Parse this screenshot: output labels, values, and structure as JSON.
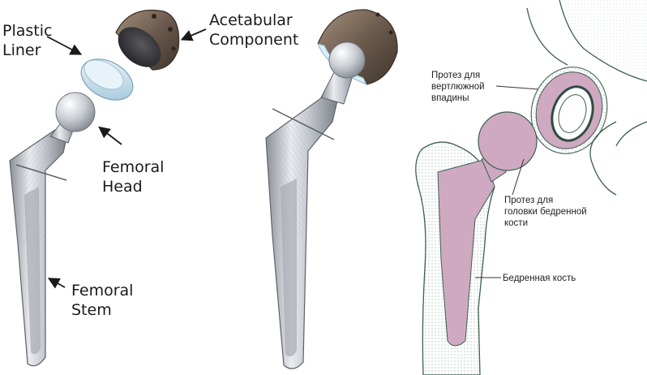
{
  "labels": {
    "plastic_liner": "Plastic\nLiner",
    "acetabular_component": "Acetabular\nComponent",
    "femoral_head": "Femoral\nHead",
    "femoral_stem": "Femoral\nStem",
    "ru_acetabular": "Протез для\nвертлюжной\nвпадины",
    "ru_femoral_head": "Протез для\nголовки бедренной\nкости",
    "ru_femur": "Бедренная кость"
  },
  "colors": {
    "metal_light": "#e4e6ea",
    "metal_mid": "#b8bcc4",
    "metal_dark": "#7e838c",
    "cup_bronze": "#6b5a4c",
    "liner_blue": "#cfe3ee",
    "implant_pink": "#cfa9c1",
    "bone_green": "#6f9c86"
  }
}
